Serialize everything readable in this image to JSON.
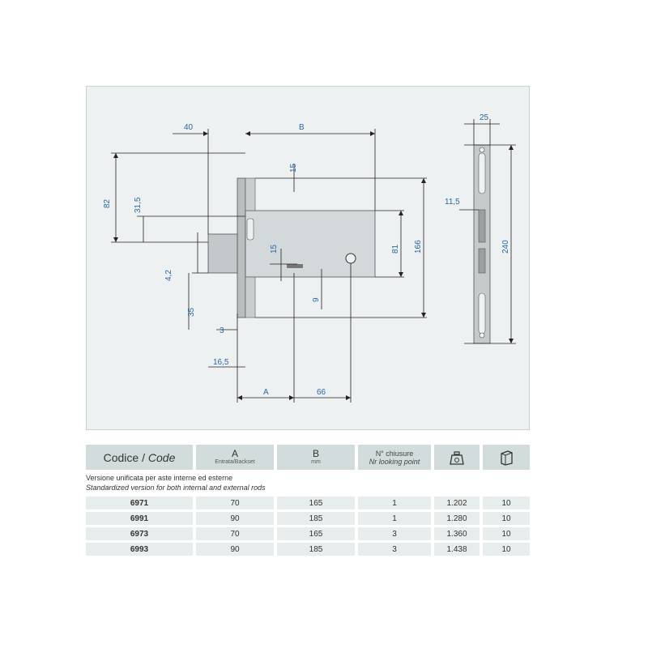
{
  "drawing": {
    "dims": {
      "d40": "40",
      "dB": "B",
      "d25": "25",
      "d15top": "15",
      "d82": "82",
      "d31_5": "31,5",
      "d11_5": "11,5",
      "d240": "240",
      "d81": "81",
      "d166": "166",
      "d15mid": "15",
      "d4_2": "4,2",
      "d9": "9",
      "d35": "35",
      "d3": "3",
      "d16_5": "16,5",
      "dA": "A",
      "d66": "66"
    }
  },
  "table": {
    "headers": {
      "code_it": "Codice",
      "code_sep": " / ",
      "code_en": "Code",
      "a_main": "A",
      "a_sub": "Entrata/Backset",
      "b_main": "B",
      "b_sub": "mm",
      "nc_it": "N° chiusure",
      "nc_en": "Nr looking point",
      "weight_icon": "weight-icon",
      "pack_icon": "package-icon"
    },
    "note_it": "Versione unificata per aste interne ed esterne",
    "note_en": "Standardized version for both internal and external rods",
    "rows": [
      {
        "code": "6971",
        "a": "70",
        "b": "165",
        "n": "1",
        "weight": "1.202",
        "pack": "10"
      },
      {
        "code": "6991",
        "a": "90",
        "b": "185",
        "n": "1",
        "weight": "1.280",
        "pack": "10"
      },
      {
        "code": "6973",
        "a": "70",
        "b": "165",
        "n": "3",
        "weight": "1.360",
        "pack": "10"
      },
      {
        "code": "6993",
        "a": "90",
        "b": "185",
        "n": "3",
        "weight": "1.438",
        "pack": "10"
      }
    ]
  }
}
